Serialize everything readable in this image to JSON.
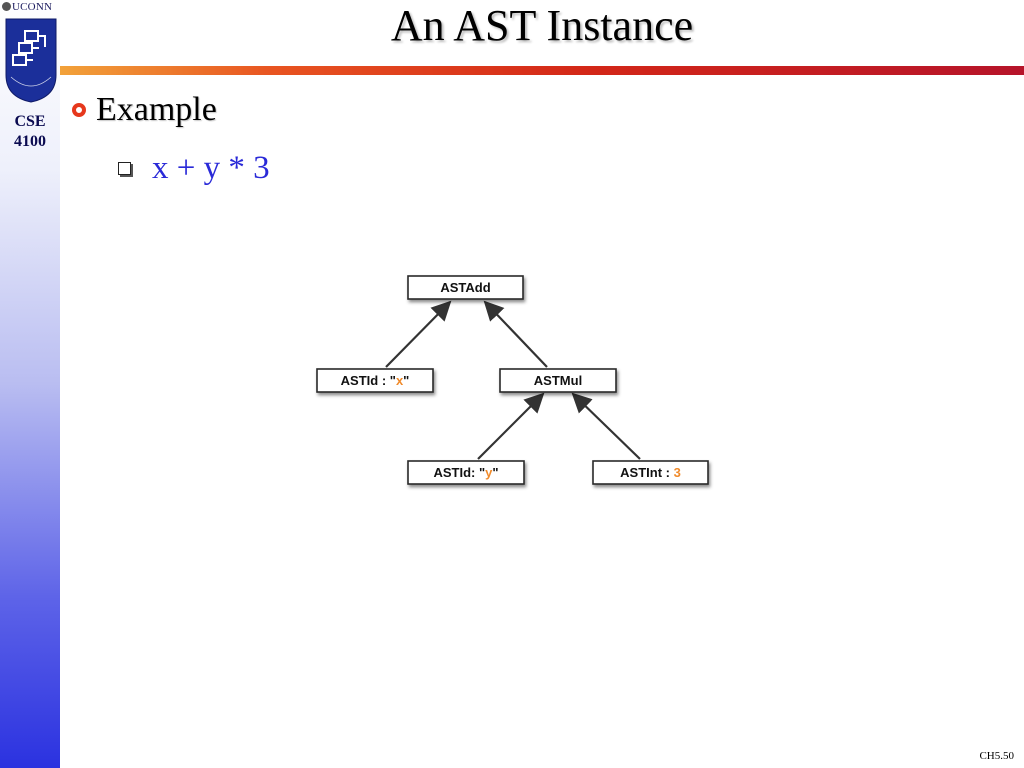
{
  "header": {
    "university": "UCONN",
    "course_line1": "CSE",
    "course_line2": "4100"
  },
  "slide": {
    "title": "An AST Instance",
    "bullet1": "Example",
    "bullet2": "x + y * 3",
    "footer": "CH5.50"
  },
  "diagram": {
    "nodes": {
      "add": {
        "prefix": "ASTAdd",
        "value": "",
        "suffix": ""
      },
      "idx": {
        "prefix": "ASTId : \"",
        "value": "x",
        "suffix": "\""
      },
      "mul": {
        "prefix": "ASTMul",
        "value": "",
        "suffix": ""
      },
      "idy": {
        "prefix": "ASTId: \"",
        "value": "y",
        "suffix": "\""
      },
      "int": {
        "prefix": "ASTInt : ",
        "value": "3",
        "suffix": ""
      }
    }
  },
  "colors": {
    "accent": "#e6381c",
    "bullet_text": "#2a2ad8",
    "value_highlight": "#f08a2a",
    "sidebar_bottom": "#2b32e0"
  },
  "icons": {
    "logo": "department-logo-icon",
    "bullet1": "circle-bullet-icon",
    "bullet2": "square-bullet-icon"
  }
}
